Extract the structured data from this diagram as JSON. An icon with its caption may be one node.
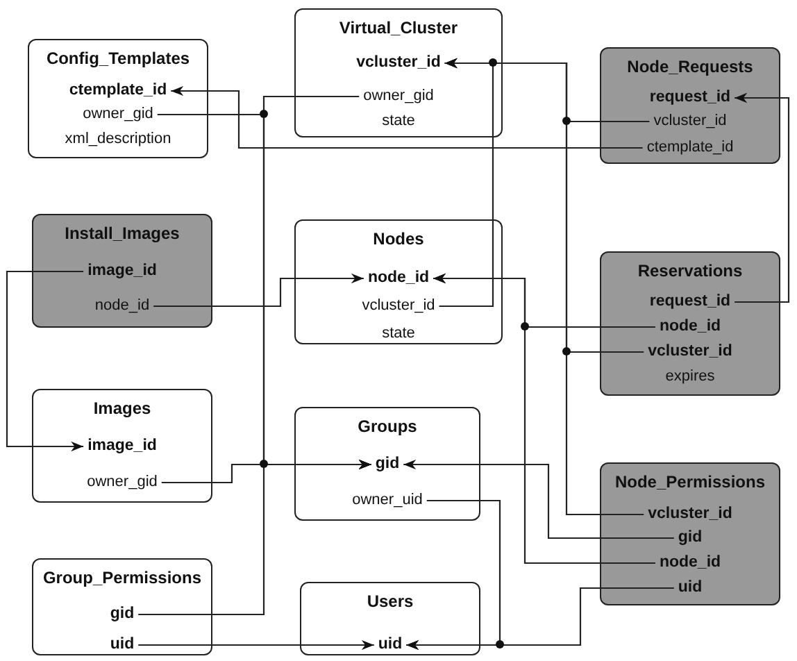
{
  "diagram": {
    "nodes": [
      {
        "text": [
          "Virtual_Cluster"
        ]
      },
      {
        "text": [
          "vcluster_id"
        ],
        "in": 0
      },
      {
        "text": [
          "owner_gid"
        ],
        "in": 0
      },
      {
        "text": [
          "state"
        ],
        "in": 0
      },
      {
        "text": [
          "Config_Templates"
        ]
      },
      {
        "text": [
          "ctemplate_id"
        ],
        "in": 4
      },
      {
        "text": [
          "owner_gid"
        ],
        "in": 4
      },
      {
        "text": [
          "xml_description"
        ],
        "in": 4
      },
      {
        "text": [
          "Node_Requests"
        ]
      },
      {
        "text": [
          "request_id"
        ],
        "in": 8
      },
      {
        "text": [
          "vcluster_id"
        ],
        "in": 8
      },
      {
        "text": [
          "ctemplate_id"
        ],
        "in": 8
      },
      {
        "text": [
          "Install_Images"
        ]
      },
      {
        "text": [
          "image_id"
        ],
        "in": 12
      },
      {
        "text": [
          "node_id"
        ],
        "in": 12
      },
      {
        "text": [
          "Nodes"
        ]
      },
      {
        "text": [
          "node_id"
        ],
        "in": 15
      },
      {
        "text": [
          "vcluster_id"
        ],
        "in": 15
      },
      {
        "text": [
          "state"
        ],
        "in": 15
      },
      {
        "text": [
          "Reservations"
        ]
      },
      {
        "text": [
          "request_id"
        ],
        "in": 19
      },
      {
        "text": [
          "node_id"
        ],
        "in": 19
      },
      {
        "text": [
          "vcluster_id"
        ],
        "in": 19
      },
      {
        "text": [
          "expires"
        ],
        "in": 19
      },
      {
        "text": [
          "Images"
        ]
      },
      {
        "text": [
          "image_id"
        ],
        "in": 24
      },
      {
        "text": [
          "owner_gid"
        ],
        "in": 24
      },
      {
        "text": [
          "Groups"
        ]
      },
      {
        "text": [
          "gid"
        ],
        "in": 27
      },
      {
        "text": [
          "owner_uid"
        ],
        "in": 27
      },
      {
        "text": [
          "Node_Permissions"
        ]
      },
      {
        "text": [
          "vcluster_id"
        ],
        "in": 30
      },
      {
        "text": [
          "gid"
        ],
        "in": 30
      },
      {
        "text": [
          "node_id"
        ],
        "in": 30
      },
      {
        "text": [
          "uid"
        ],
        "in": 30
      },
      {
        "text": [
          "Group_Permissions"
        ]
      },
      {
        "text": [
          "gid"
        ],
        "in": 35
      },
      {
        "text": [
          "uid"
        ],
        "in": 35
      },
      {
        "text": [
          "Users"
        ]
      },
      {
        "text": [
          "uid"
        ],
        "in": 38
      }
    ],
    "edges": [
      {
        "from": 17,
        "to": 1,
        "arrow": "to"
      },
      {
        "from": 10,
        "to": 1,
        "arrow": "to"
      },
      {
        "from": 22,
        "to": 1,
        "arrow": "to"
      },
      {
        "from": 31,
        "to": 1,
        "arrow": "to"
      },
      {
        "from": 11,
        "to": 5,
        "arrow": "to"
      },
      {
        "from": 6,
        "to": 28,
        "arrow": "to"
      },
      {
        "from": 2,
        "to": 28,
        "arrow": "to"
      },
      {
        "from": 26,
        "to": 28,
        "arrow": "to"
      },
      {
        "from": 36,
        "to": 28,
        "arrow": "to"
      },
      {
        "from": 32,
        "to": 28,
        "arrow": "to"
      },
      {
        "from": 20,
        "to": 9,
        "arrow": "to"
      },
      {
        "from": 14,
        "to": 16,
        "arrow": "to"
      },
      {
        "from": 21,
        "to": 16,
        "arrow": "to"
      },
      {
        "from": 33,
        "to": 16,
        "arrow": "to"
      },
      {
        "from": 13,
        "to": 25,
        "arrow": "to"
      },
      {
        "from": 37,
        "to": 39,
        "arrow": "to"
      },
      {
        "from": 29,
        "to": 39,
        "arrow": "to"
      },
      {
        "from": 34,
        "to": 39,
        "arrow": "to"
      }
    ]
  }
}
